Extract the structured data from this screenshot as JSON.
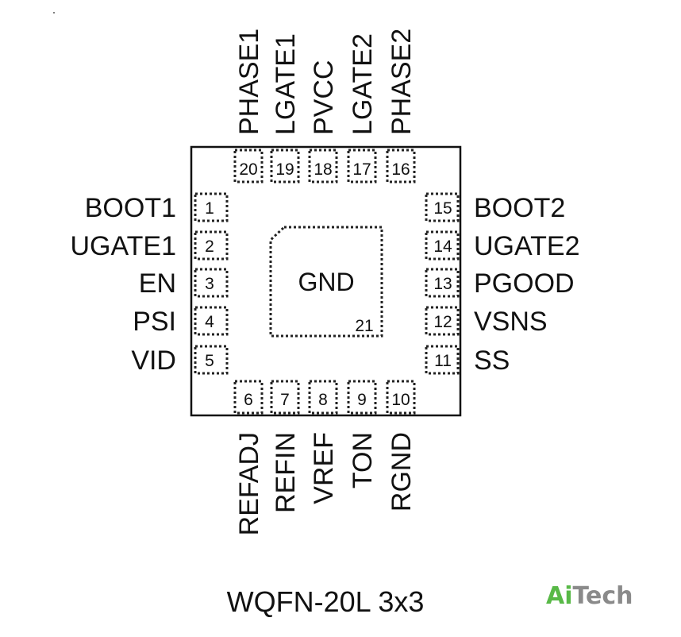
{
  "package": {
    "name": "WQFN-20L  3x3"
  },
  "exposed_pad": {
    "name": "GND",
    "number": "21"
  },
  "pins": {
    "left": [
      {
        "num": "1",
        "name": "BOOT1"
      },
      {
        "num": "2",
        "name": "UGATE1"
      },
      {
        "num": "3",
        "name": "EN"
      },
      {
        "num": "4",
        "name": "PSI"
      },
      {
        "num": "5",
        "name": "VID"
      }
    ],
    "bottom": [
      {
        "num": "6",
        "name": "REFADJ"
      },
      {
        "num": "7",
        "name": "REFIN"
      },
      {
        "num": "8",
        "name": "VREF"
      },
      {
        "num": "9",
        "name": "TON"
      },
      {
        "num": "10",
        "name": "RGND"
      }
    ],
    "right": [
      {
        "num": "15",
        "name": "BOOT2"
      },
      {
        "num": "14",
        "name": "UGATE2"
      },
      {
        "num": "13",
        "name": "PGOOD"
      },
      {
        "num": "12",
        "name": "VSNS"
      },
      {
        "num": "11",
        "name": "SS"
      }
    ],
    "top": [
      {
        "num": "20",
        "name": "PHASE1"
      },
      {
        "num": "19",
        "name": "LGATE1"
      },
      {
        "num": "18",
        "name": "PVCC"
      },
      {
        "num": "17",
        "name": "LGATE2"
      },
      {
        "num": "16",
        "name": "PHASE2"
      }
    ]
  },
  "watermark": {
    "text_a": "Ai",
    "text_b": "Tech",
    "color_a": "#58b947",
    "color_b": "#8a8a8a"
  }
}
